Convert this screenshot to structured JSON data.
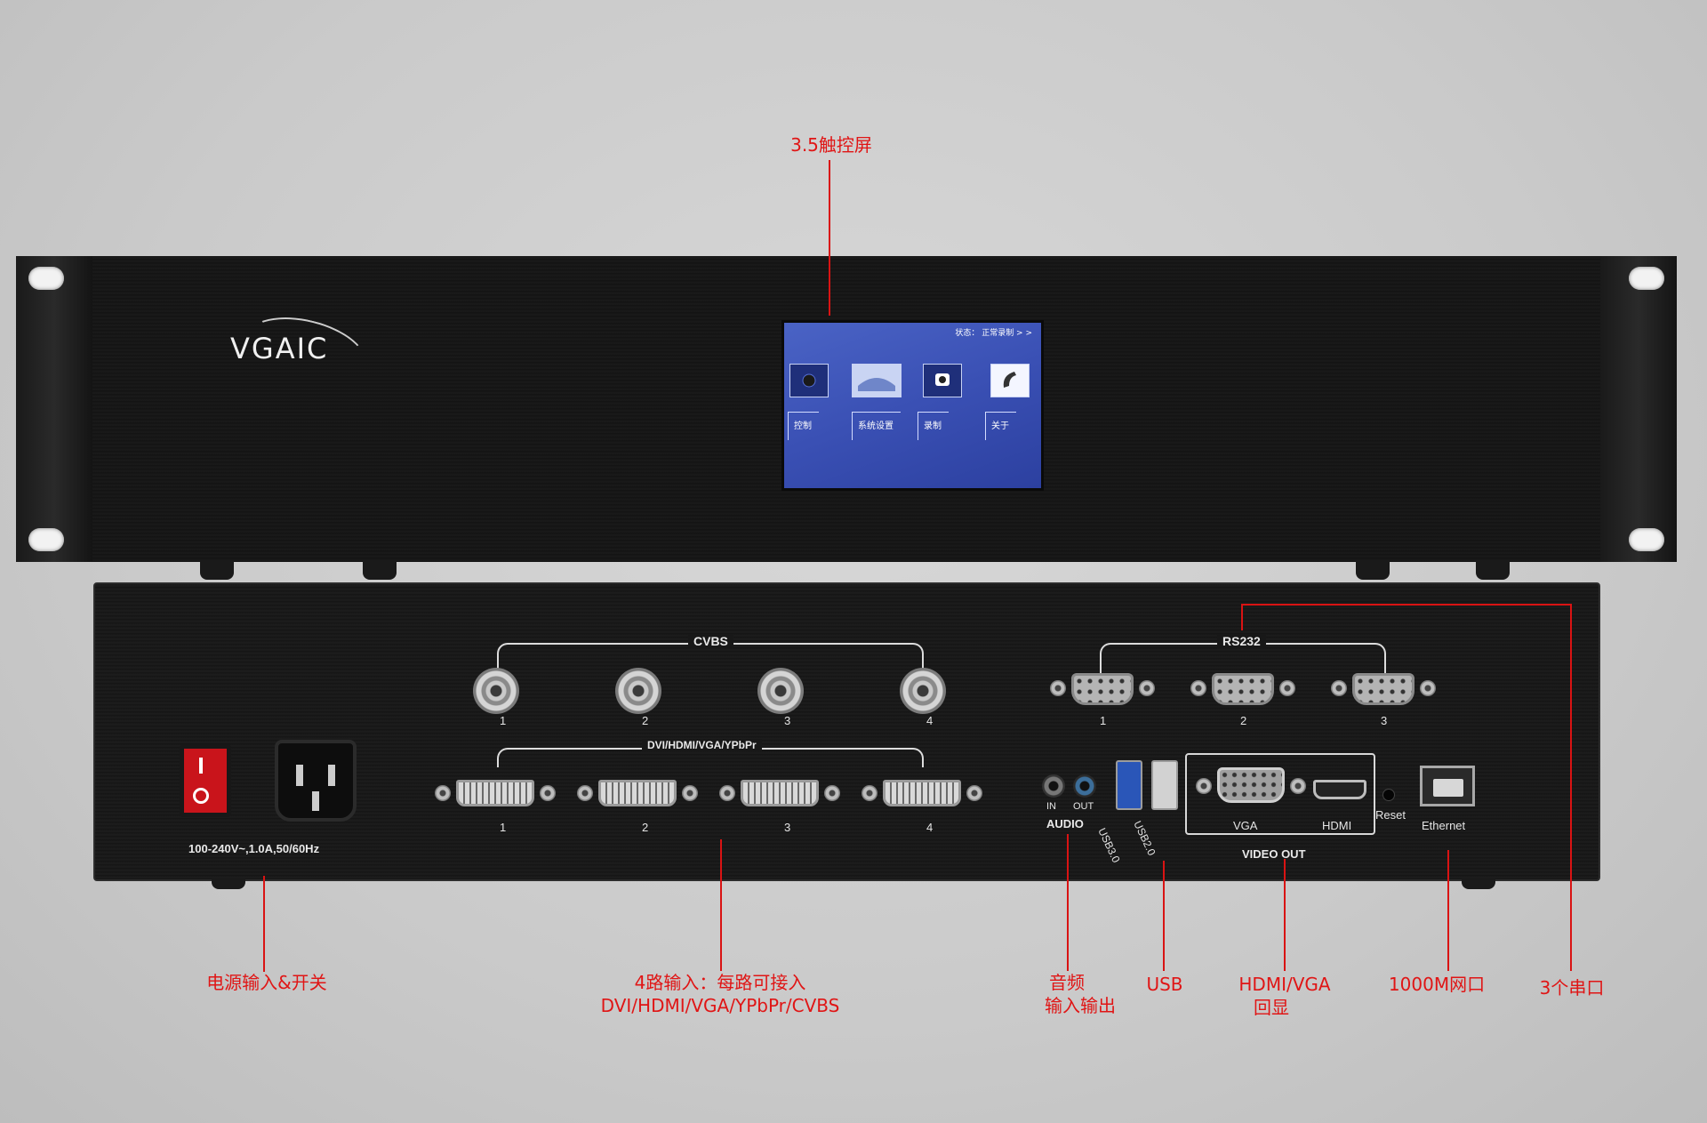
{
  "labels": {
    "screen_callout": "3.5触控屏",
    "power_callout": "电源输入&开关",
    "inputs_callout_line1": "4路输入：每路可接入",
    "inputs_callout_line2": "DVI/HDMI/VGA/YPbPr/CVBS",
    "audio_callout_line1": "音频",
    "audio_callout_line2": "输入输出",
    "usb_callout": "USB",
    "video_callout_line1": "HDMI/VGA",
    "video_callout_line2": "回显",
    "ethernet_callout": "1000M网口",
    "serial_callout": "3个串口"
  },
  "front": {
    "logo": "VGAIC",
    "screen": {
      "status": "状态：  正常录制 > >",
      "menu": [
        "控制",
        "系统设置",
        "录制",
        "关于"
      ]
    }
  },
  "rear": {
    "cvbs_label": "CVBS",
    "dvi_label": "DVI/HDMI/VGA/YPbPr",
    "rs232_label": "RS232",
    "port_numbers": [
      "1",
      "2",
      "3",
      "4"
    ],
    "rs232_numbers": [
      "1",
      "2",
      "3"
    ],
    "power_rating": "100-240V~,1.0A,50/60Hz",
    "audio_in": "IN",
    "audio_out": "OUT",
    "audio_label": "AUDIO",
    "usb3_label": "USB3.0",
    "usb2_label": "USB2.0",
    "vga_label": "VGA",
    "hdmi_label": "HDMI",
    "reset_label": "Reset",
    "video_out_label": "VIDEO OUT",
    "ethernet_label": "Ethernet"
  },
  "colors": {
    "callout_red": "#e01515",
    "screen_blue": "#3a50b4"
  }
}
